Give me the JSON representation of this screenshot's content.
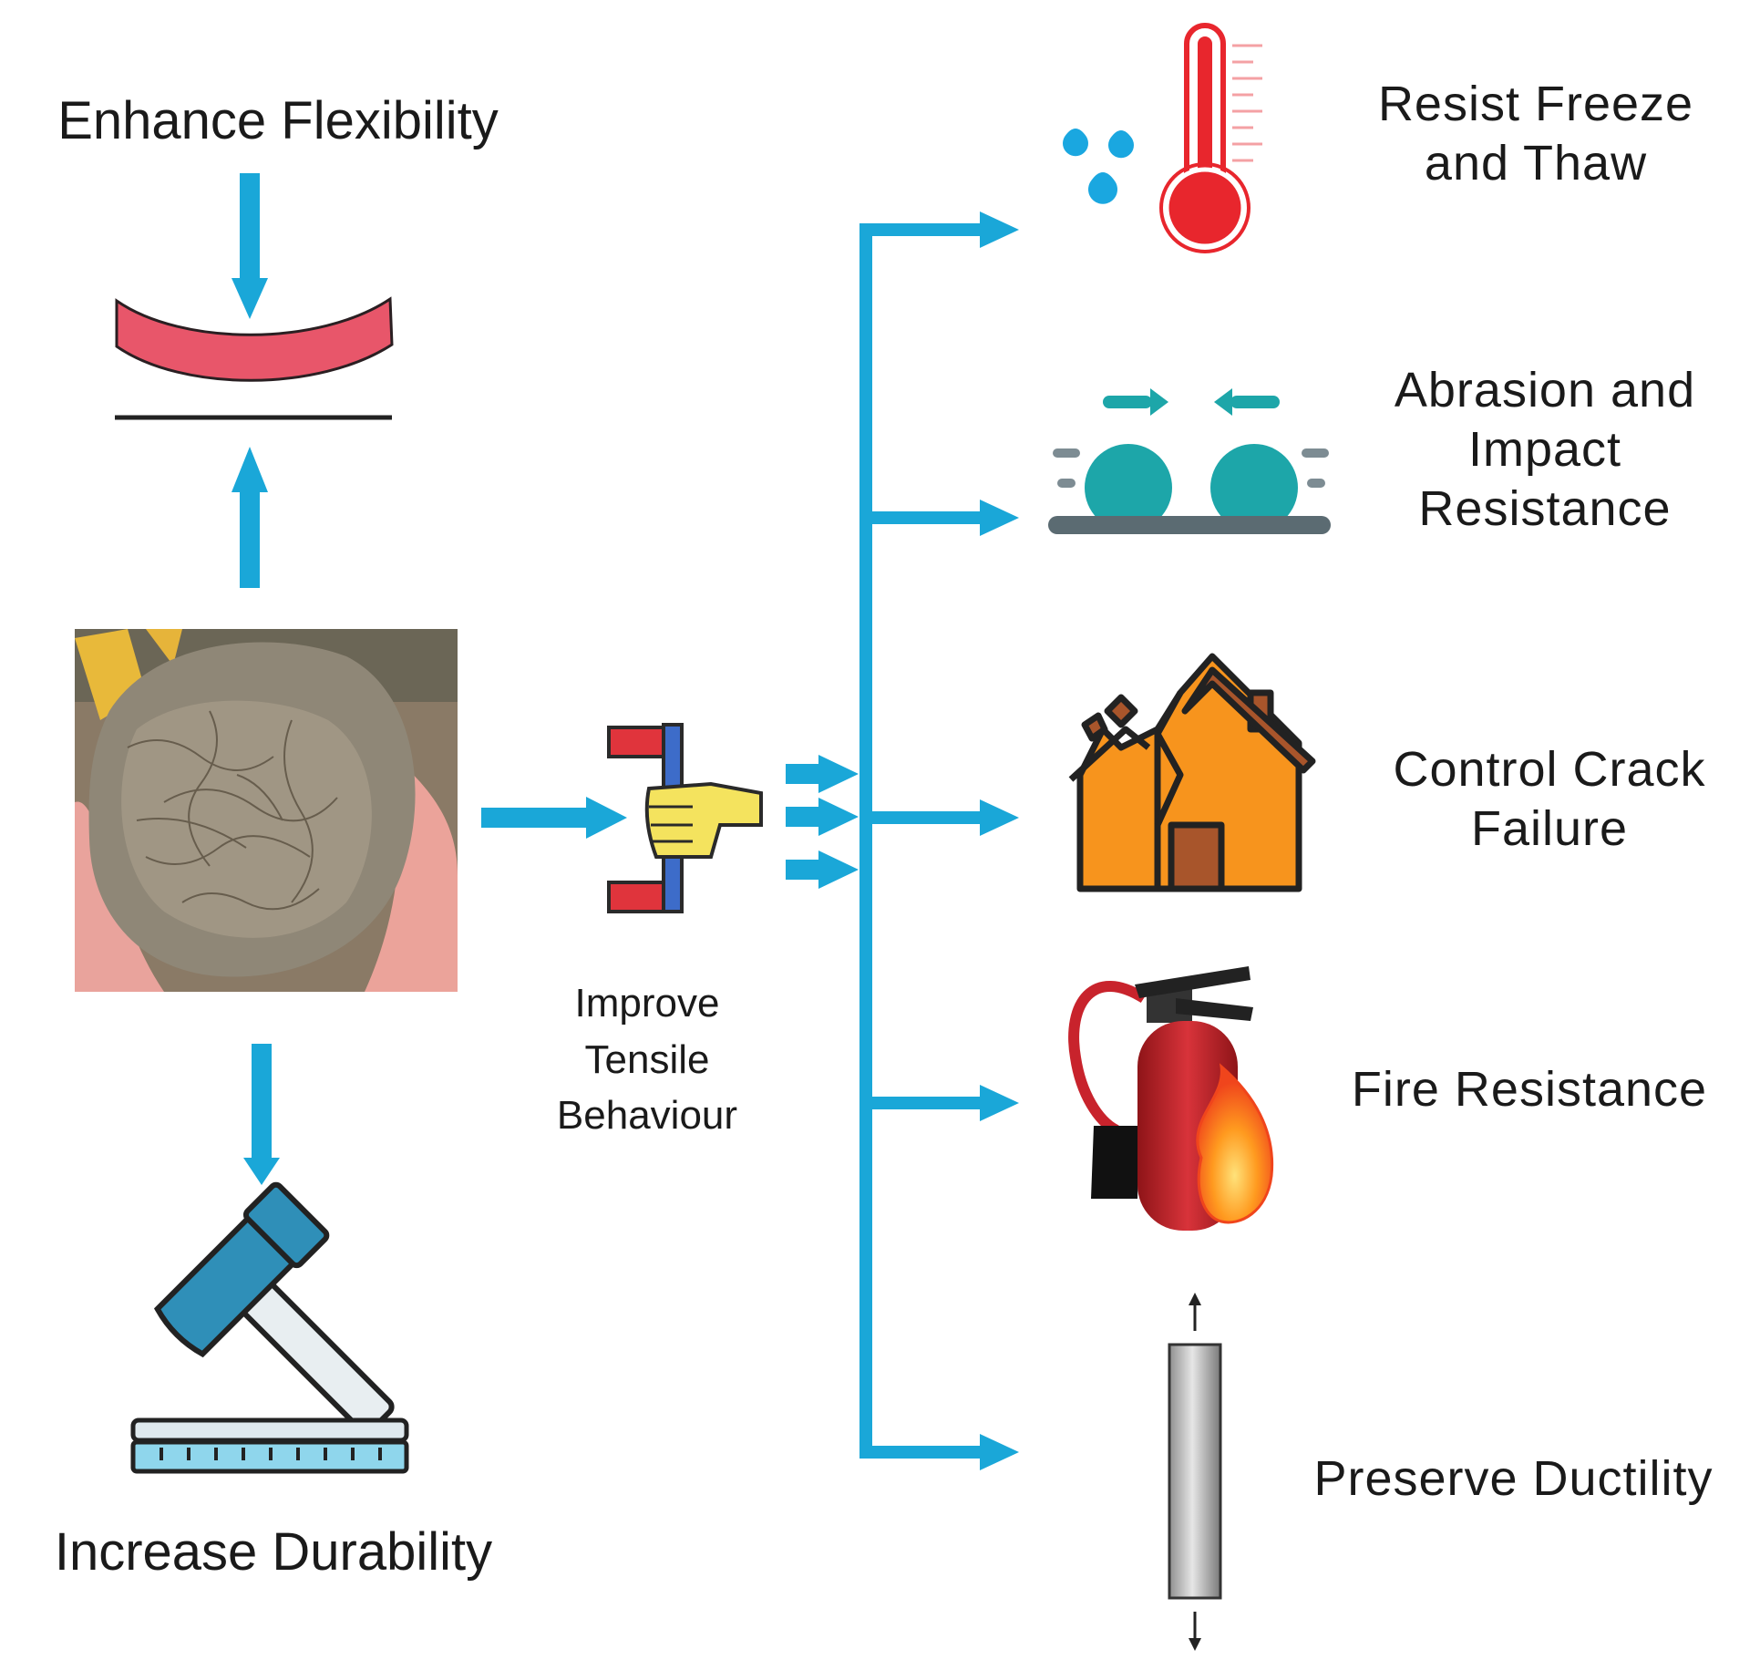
{
  "colors": {
    "arrow": "#1aa7d8",
    "flex_beam": "#e8566a",
    "thermometer": "#e8262d",
    "water_drop": "#1aa7e0",
    "balls": "#1da6a9",
    "house": "#f7941d",
    "house_roof": "#a8552b",
    "extinguisher": "#c8232c",
    "magnet_red": "#e0343c",
    "magnet_blue": "#3d6cc9",
    "hand": "#f4e35e",
    "hammer_head": "#2f8fb8",
    "ductility_bar": "#c9c9c9"
  },
  "labels": {
    "enhance_flexibility": "Enhance Flexibility",
    "increase_durability": "Increase Durability",
    "improve_tensile": "Improve\nTensile\nBehaviour",
    "freeze_thaw": "Resist Freeze\nand Thaw",
    "abrasion": "Abrasion and\nImpact\nResistance",
    "crack": "Control Crack\nFailure",
    "fire": "Fire Resistance",
    "ductility": "Preserve Ductility"
  },
  "icons": {
    "center_photo": "fiber-soil-in-hand-photo",
    "flex": "bent-beam-icon",
    "durability": "hammer-on-plate-icon",
    "tensile": "magnet-hand-icon",
    "freeze": "thermometer-water-drops-icon",
    "abrasion": "colliding-balls-icon",
    "crack": "cracked-house-icon",
    "fire": "fire-extinguisher-icon",
    "ductility": "tension-bar-icon"
  }
}
